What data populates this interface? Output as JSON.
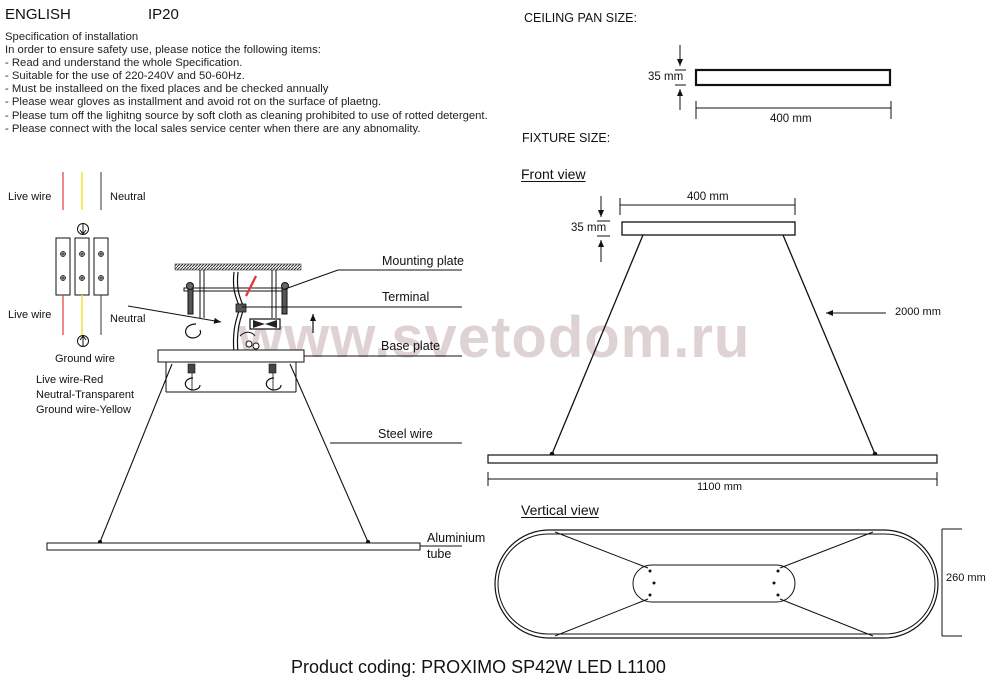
{
  "header": {
    "language": "ENGLISH",
    "ip_rating": "IP20"
  },
  "specification": {
    "title": "Specification of installation",
    "intro": "In order to ensure safety use, please notice the following items:",
    "items": [
      "- Read and understand the whole Specification.",
      "- Suitable for the use of 220-240V and 50-60Hz.",
      "- Must be installeed on the fixed places and be checked annually",
      "- Please wear gloves as installment and avoid rot on the surface of plaetng.",
      "- Please tum off the lighitng source by soft cloth as cleaning prohibited to use of rotted detergent.",
      "- Please connect with the local sales service center when there are any abnomality."
    ]
  },
  "ceiling_pan": {
    "heading": "CEILING PAN  SIZE:",
    "height": "35 mm",
    "width": "400 mm"
  },
  "fixture": {
    "heading": "FIXTURE SIZE:",
    "front_view": {
      "title": "Front view",
      "top_width": "400 mm",
      "top_height": "35 mm",
      "wire_length": "2000 mm",
      "length": "1100 mm"
    },
    "vertical_view": {
      "title": "Vertical view",
      "width": "260 mm"
    }
  },
  "wiring": {
    "live_top": "Live wire",
    "neutral_top": "Neutral",
    "live_bottom": "Live wire",
    "neutral_bottom": "Neutral",
    "ground": "Ground wire",
    "legend": [
      "Live wire-Red",
      "Neutral-Transparent",
      "Ground wire-Yellow"
    ],
    "colors": {
      "live": "#e03a3a",
      "ground": "#f2e12a",
      "neutral": "#333333"
    }
  },
  "installation": {
    "mounting_plate": "Mounting plate",
    "terminal": "Terminal",
    "base_plate": "Base plate",
    "steel_wire": "Steel wire",
    "aluminium_tube_1": "Aluminium",
    "aluminium_tube_2": "tube"
  },
  "watermark": "www.svetodom.ru",
  "footer": {
    "product_coding": "Product coding: PROXIMO SP42W LED L1100"
  }
}
